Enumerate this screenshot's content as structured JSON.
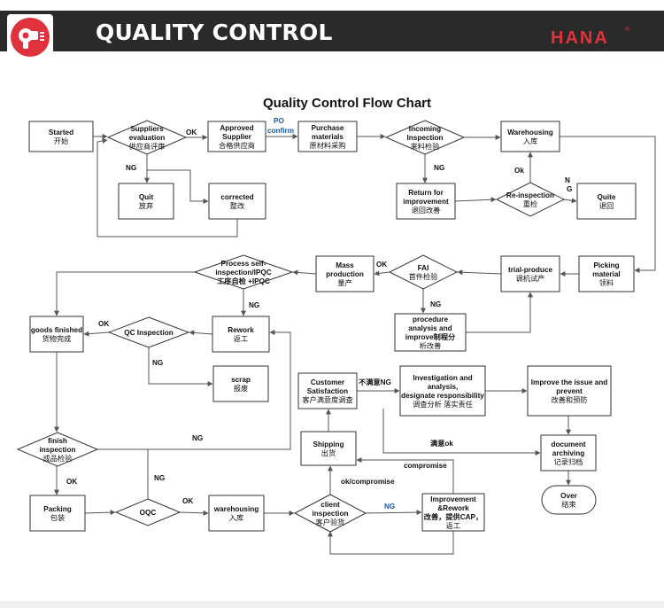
{
  "header": {
    "title": "QUALITY CONTROL",
    "brand": "HANA",
    "brand_mark": "®",
    "icon": "hair-dryer-icon",
    "accent_color": "#e0323c",
    "bar_color": "#2a2a2a"
  },
  "chart_title": "Quality Control Flow Chart",
  "nodes": {
    "started": [
      "Started",
      "开始"
    ],
    "suppliers_evaluation": [
      "Suppliers",
      "evaluation",
      "供应商评审"
    ],
    "approved_supplier": [
      "Approved",
      "Supplier",
      "合格供应商"
    ],
    "purchase_materials": [
      "Purchase",
      "materials",
      "原材料采购"
    ],
    "incoming_inspection": [
      "Incoming",
      "Inspection",
      "来料检验"
    ],
    "warehousing_top": [
      "Warehousing",
      "入库"
    ],
    "quit": [
      "Quit",
      "放弃"
    ],
    "corrected": [
      "corrected",
      "整改"
    ],
    "return_improvement": [
      "Return for",
      "improvement",
      "退回改善"
    ],
    "reinspection": [
      "Re-inspection",
      "重检"
    ],
    "quite": [
      "Quite",
      "退回"
    ],
    "picking_material": [
      "Picking",
      "material",
      "领料"
    ],
    "trial_produce": [
      "trial-produce",
      "调机试产"
    ],
    "fai": [
      "FAI",
      "首件检验"
    ],
    "mass_production": [
      "Mass",
      "production",
      "量产"
    ],
    "process_inspection": [
      "Process self-",
      "inspection/IPQC",
      "工序自检 +IPQC"
    ],
    "procedure_analysis": [
      "procedure",
      "analysis and",
      "improve制程分",
      "析改善"
    ],
    "goods_finished": [
      "goods finished",
      "货物完成"
    ],
    "qc_inspection": [
      "QC Inspection"
    ],
    "rework": [
      "Rework",
      "返工"
    ],
    "scrap": [
      "scrap",
      "报废"
    ],
    "customer_satisfaction": [
      "Customer",
      "Satisfaction",
      "客户满意度调查"
    ],
    "investigation": [
      "Investigation and",
      "analysis,",
      "designate responsibility",
      "调查分析 落实责任"
    ],
    "improve_issue": [
      "Improve the issue and",
      "prevent",
      "改善和预防"
    ],
    "finish_inspection": [
      "finish",
      "inspection",
      "成品检验"
    ],
    "shipping": [
      "Shipping",
      "出货"
    ],
    "document_archiving": [
      "document",
      "archiving",
      "记录归档"
    ],
    "over": [
      "Over",
      "结束"
    ],
    "packing": [
      "Packing",
      "包装"
    ],
    "oqc": [
      "OQC"
    ],
    "warehousing_bottom": [
      "warehousing",
      "入库"
    ],
    "client_inspection": [
      "client",
      "inspection",
      "客户验货"
    ],
    "improvement_rework": [
      "Improvement",
      "&Rework",
      "改善，提供CAP，",
      "返工"
    ]
  },
  "edge_labels": {
    "ok_suppliers": "OK",
    "po_confirm": [
      "PO",
      "confirm"
    ],
    "ng_suppliers": "NG",
    "ng_incoming": "NG",
    "ok_reinspection": "Ok",
    "ng_reinspection": [
      "N",
      "G"
    ],
    "ok_fai": "OK",
    "ng_fai": "NG",
    "ng_process": "NG",
    "ok_qc": "OK",
    "ng_qc": "NG",
    "not_satisfied": "不满意NG",
    "satisfied": "满意ok",
    "ng_finish": "NG",
    "ok_finish": "OK",
    "ng_oqc": "NG",
    "ok_oqc": "OK",
    "ok_compromise": "ok/compromise",
    "compromise": "compromise",
    "ng_client": "NG"
  },
  "colors": {
    "link_blue": "#1a5aa8",
    "line": "#555555",
    "box_border": "#333333"
  }
}
